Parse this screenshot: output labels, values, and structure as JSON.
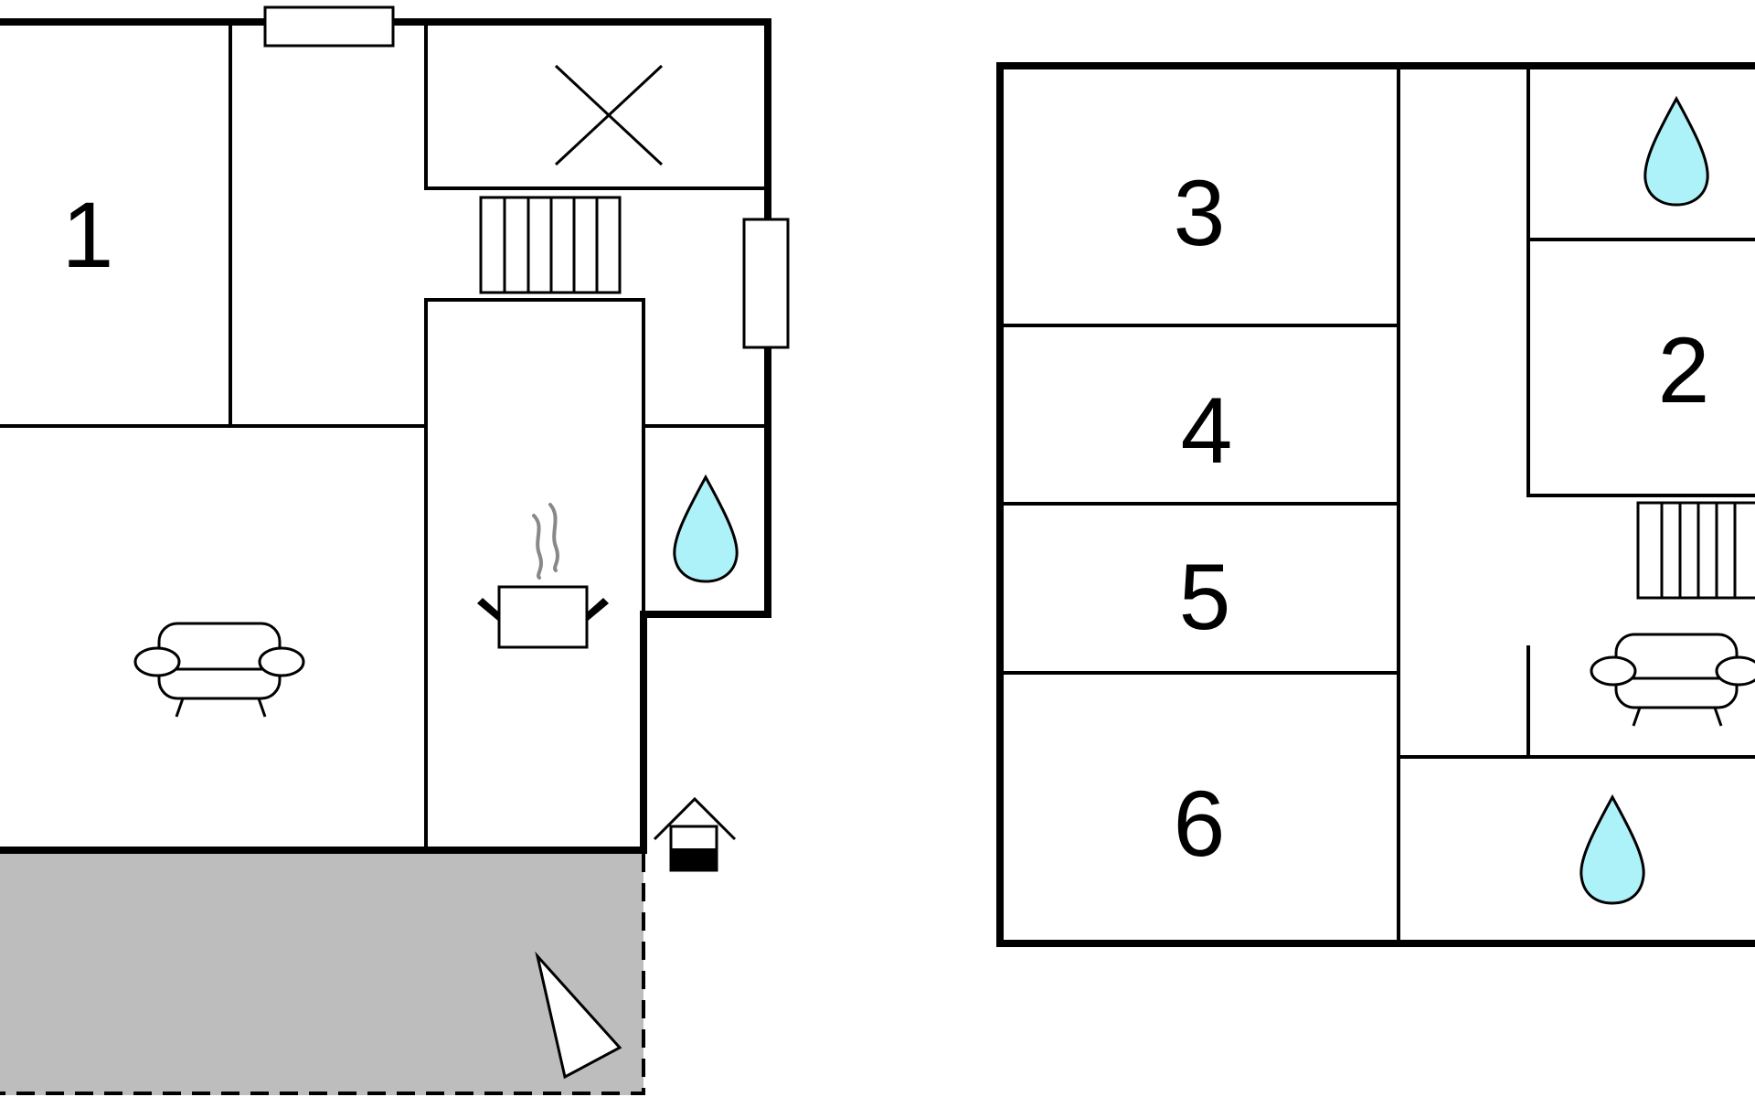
{
  "rooms": {
    "room_1": "1",
    "room_2": "2",
    "room_3": "3",
    "room_4": "4",
    "room_5": "5",
    "room_6": "6"
  },
  "icons": {
    "bathroom": "water-drop-icon",
    "living": "sofa-icon",
    "kitchen": "cooking-pot-icon",
    "stairs": "staircase-icon",
    "entrance": "entrance-house-icon",
    "terrace": "terrace-area",
    "shaft": "void-cross-icon",
    "window": "window-icon"
  },
  "colors": {
    "walls": "#000000",
    "water": "#aef2f9",
    "terrace": "#bdbdbd",
    "steam": "#888888",
    "background": "#ffffff"
  }
}
